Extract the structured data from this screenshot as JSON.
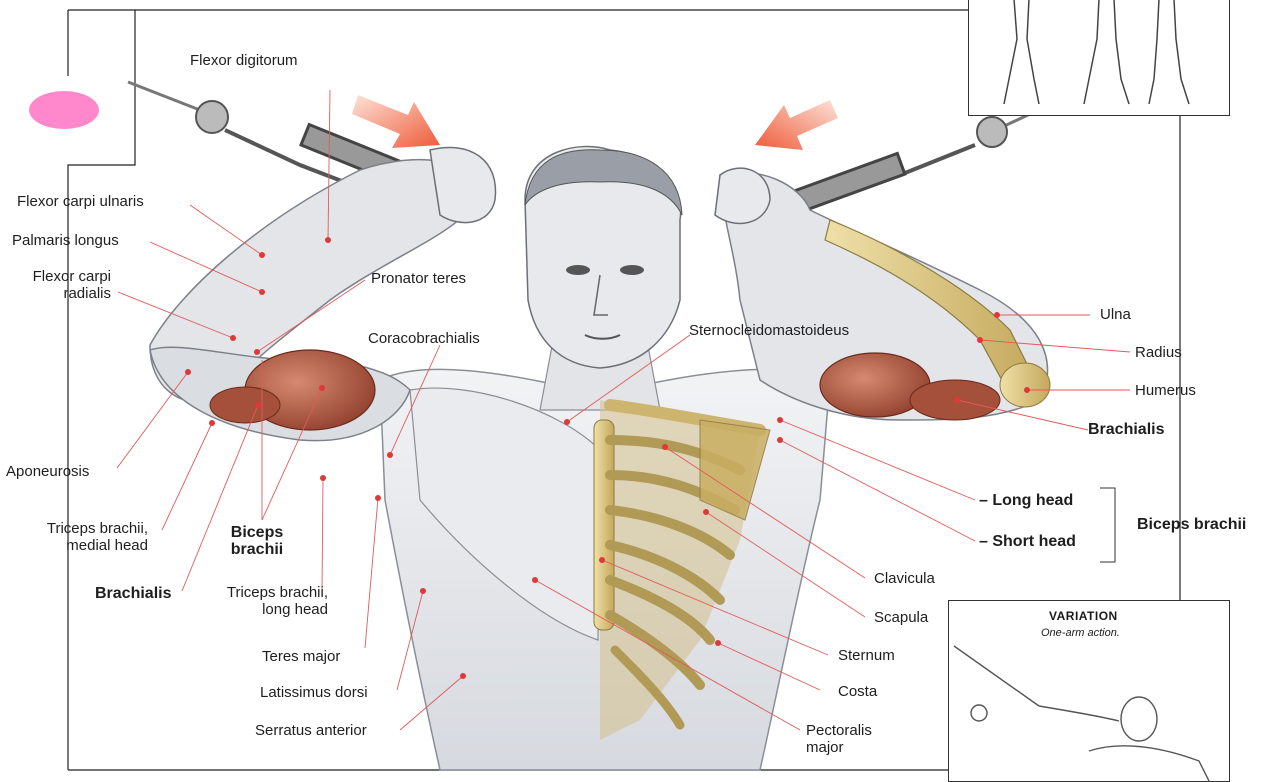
{
  "labels": {
    "flexor_digitorum": "Flexor digitorum",
    "flexor_carpi_ulnaris_a": "Flexor carpi ",
    "flexor_carpi_ulnaris_b": "ulnaris",
    "palmaris_longus": "Palmaris longus",
    "flexor_carpi_radialis_1": "Flexor carpi",
    "flexor_carpi_radialis_2": "radialis",
    "pronator_teres": "Pronator teres",
    "coracobrachialis": "Coracobrachialis",
    "sternocleidomastoideus": "Sternocleidomastoideus",
    "aponeurosis": "Aponeurosis",
    "triceps_medial_1": "Triceps brachii,",
    "triceps_medial_2": "medial head",
    "biceps_left_1": "Biceps",
    "biceps_left_2": "brachii",
    "brachialis_left": "Brachialis",
    "triceps_long_1": "Triceps brachii,",
    "triceps_long_2": "long head",
    "teres_major": "Teres major",
    "latissimus_dorsi": "Latissimus dorsi",
    "serratus_anterior": "Serratus anterior",
    "ulna": "Ulna",
    "radius": "Radius",
    "humerus": "Humerus",
    "brachialis_right": "Brachialis",
    "long_head": "– Long head",
    "short_head": "– Short head",
    "biceps_right": "Biceps brachii",
    "clavicula": "Clavicula",
    "scapula": "Scapula",
    "sternum": "Sternum",
    "costa": "Costa",
    "pectoralis_1": "Pectoralis",
    "pectoralis_2": "major"
  },
  "variation": {
    "title": "VARIATION",
    "subtitle": "One-arm action."
  },
  "colors": {
    "muscle_red": "#b0503a",
    "bone": "#d9c27a",
    "skin": "#e6e8ec",
    "arrow": "#ee6a4a",
    "marker": "#ff88cc"
  }
}
